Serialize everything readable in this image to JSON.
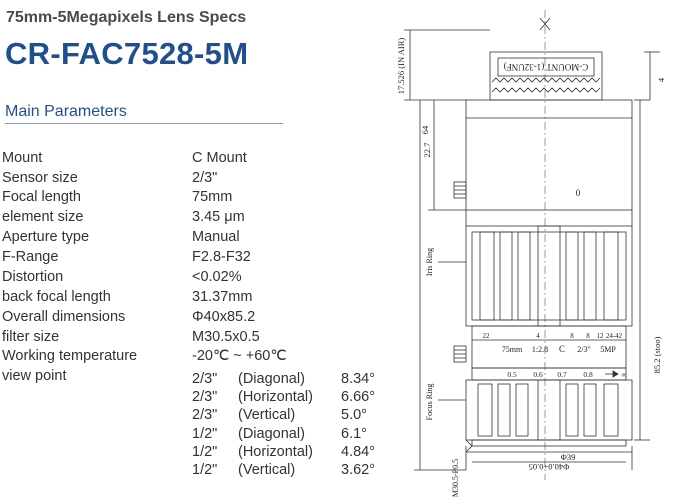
{
  "header": {
    "subtitle": "75mm-5Megapixels Lens Specs",
    "model": "CR-FAC7528-5M",
    "section": "Main Parameters"
  },
  "params": [
    {
      "label": "Mount",
      "value": "C Mount"
    },
    {
      "label": "Sensor size",
      "value": "2/3\""
    },
    {
      "label": "Focal length",
      "value": "75mm"
    },
    {
      "label": "element size",
      "value": "3.45 μm"
    },
    {
      "label": "Aperture type",
      "value": "Manual"
    },
    {
      "label": "F-Range",
      "value": "F2.8-F32"
    },
    {
      "label": "Distortion",
      "value": "<0.02%"
    },
    {
      "label": "back focal length",
      "value": "31.37mm"
    },
    {
      "label": "Overall dimensions",
      "value": "Φ40x85.2"
    },
    {
      "label": "filter size",
      "value": "M30.5x0.5"
    },
    {
      "label": "Working temperature",
      "value": "-20℃ ~ +60℃"
    }
  ],
  "view_point": {
    "label": "view point",
    "rows": [
      {
        "size": "2/3\"",
        "dir": "(Diagonal)",
        "angle": "8.34°"
      },
      {
        "size": "2/3\"",
        "dir": "(Horizontal)",
        "angle": "6.66°"
      },
      {
        "size": "2/3\"",
        "dir": "(Vertical)",
        "angle": "5.0°"
      },
      {
        "size": "1/2\"",
        "dir": "(Diagonal)",
        "angle": "6.1°"
      },
      {
        "size": "1/2\"",
        "dir": "(Horizontal)",
        "angle": "4.84°"
      },
      {
        "size": "1/2\"",
        "dir": "(Vertical)",
        "angle": "3.62°"
      }
    ]
  },
  "drawing": {
    "mount_thread": "C-MOUNT (1-32UNF)",
    "dim_back_focus": "17.526 (IN AIR)",
    "dim_4": "4",
    "dim_64": "64",
    "dim_22_7": "22.7",
    "mark_0": "0",
    "iris_ring": "Iris Ring",
    "focus_ring": "Focus Ring",
    "aperture_scale": [
      "22",
      "4",
      "8",
      "8",
      "12",
      "24-42"
    ],
    "lens_marking": [
      "75mm",
      "1:2.8",
      "C",
      "2/3\"",
      "5MP"
    ],
    "focus_scale": [
      "0.5",
      "0.6",
      "0.7",
      "0.8",
      "∞"
    ],
    "dim_total": "85.2 (stoo)",
    "dim_diameter": "Φ39",
    "dim_filter": "M30.5-P0.5",
    "dim_outer": "Φ40.0+0.05"
  }
}
